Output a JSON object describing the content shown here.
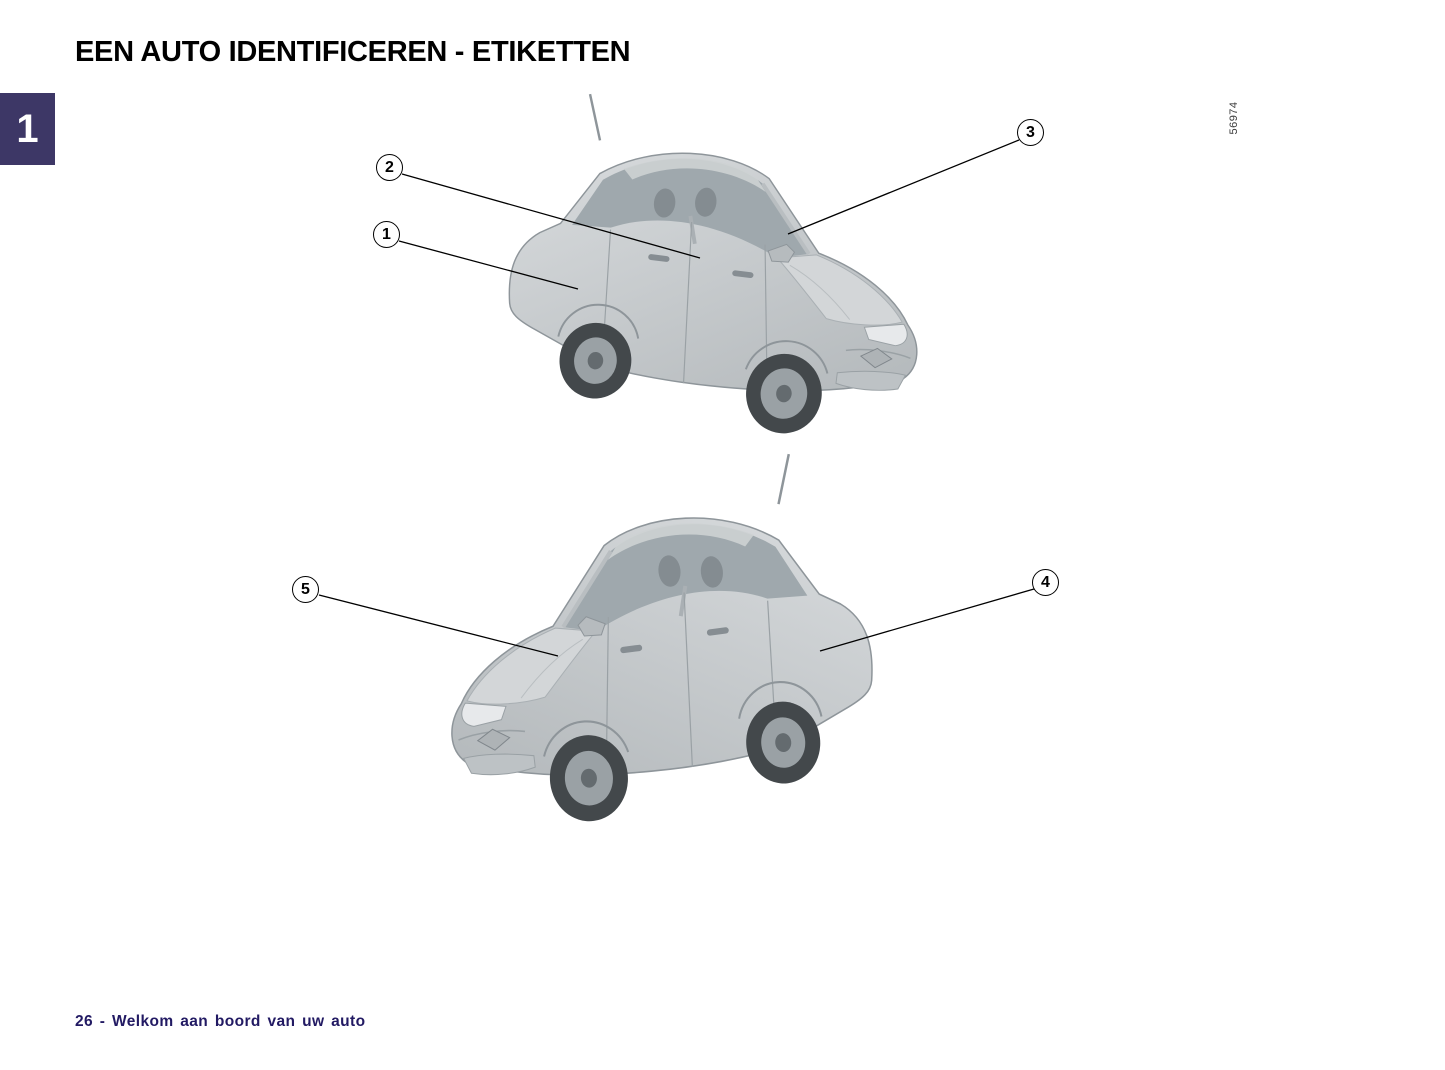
{
  "page": {
    "title": "EEN AUTO IDENTIFICEREN - ETIKETTEN",
    "chapter_number": "1",
    "figure_code": "56974",
    "footer": "26 - Welkom aan boord van uw auto"
  },
  "callouts": [
    {
      "label": "1"
    },
    {
      "label": "2"
    },
    {
      "label": "3"
    },
    {
      "label": "4"
    },
    {
      "label": "5"
    }
  ],
  "colors": {
    "chapter_tab_bg": "#3d3766",
    "footer_text": "#221a63",
    "callout_line": "#000000"
  }
}
